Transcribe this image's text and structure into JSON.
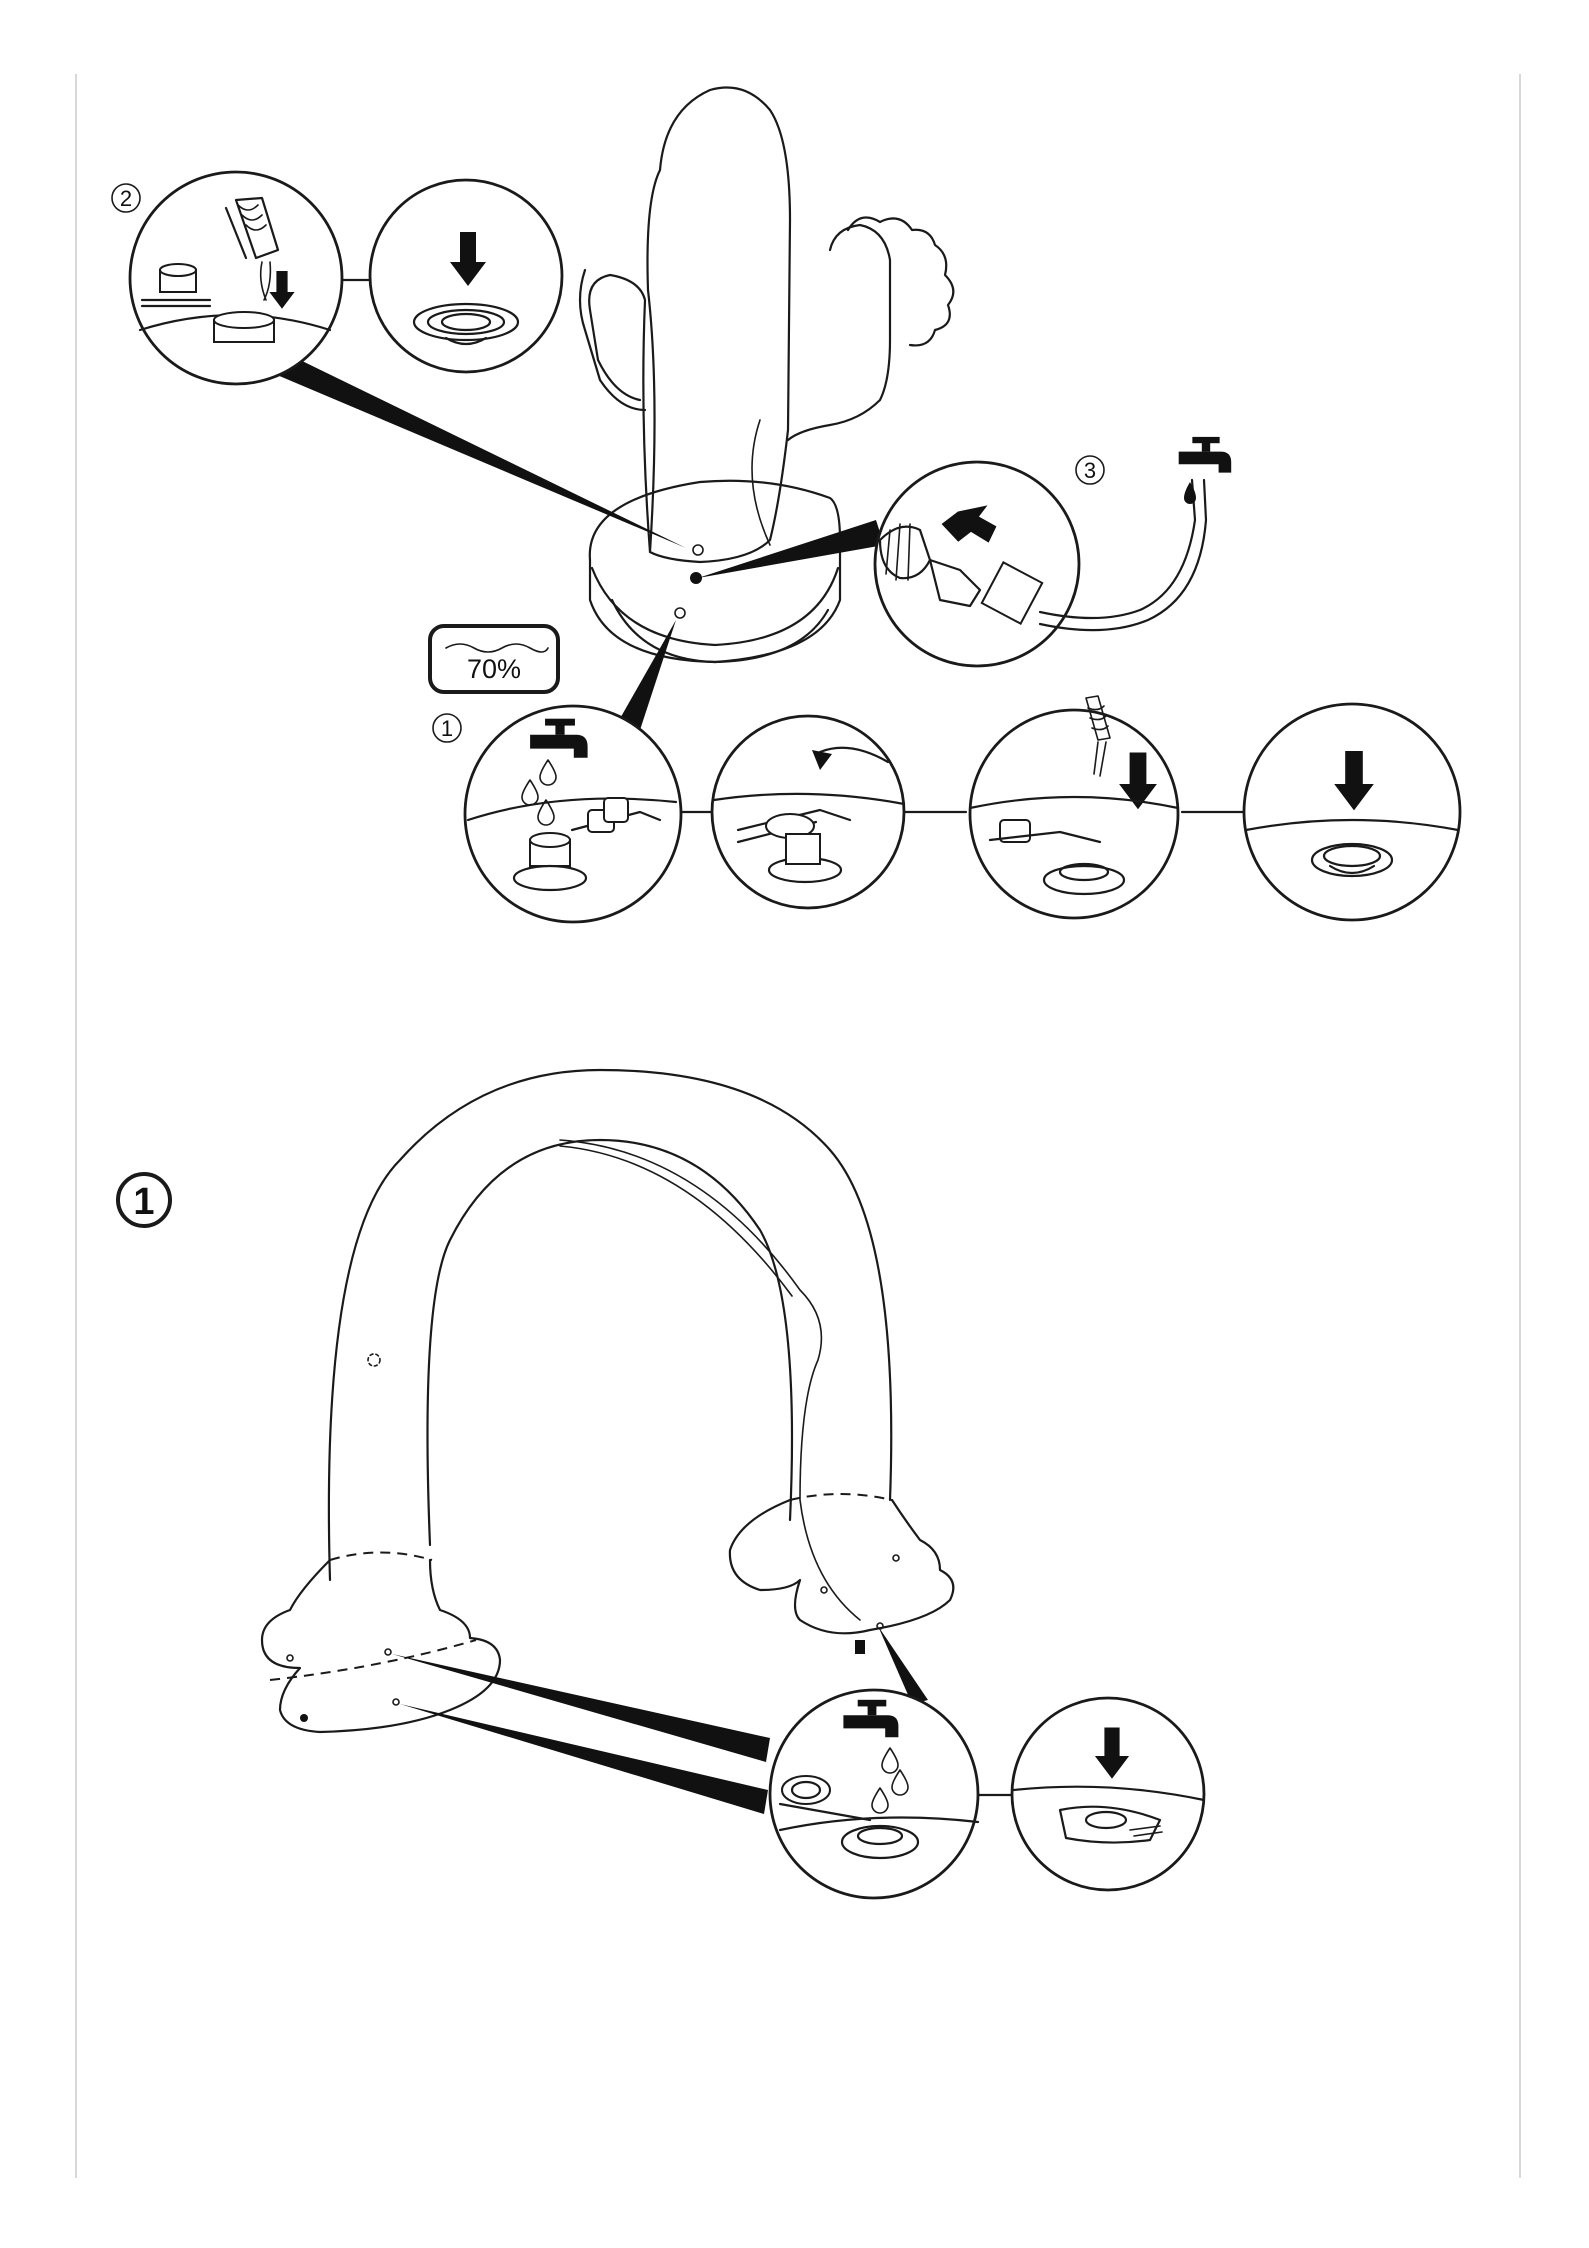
{
  "water_level_label": "70%",
  "steps": {
    "cactus_step_1": "1",
    "cactus_step_2": "2",
    "cactus_step_3": "3",
    "arch_step_1": "1"
  },
  "icons": [
    "water-tap-icon",
    "down-arrow-icon",
    "curved-arrow-icon",
    "hose-icon",
    "water-drop-icon",
    "valve-plug-icon",
    "hose-connector-icon"
  ],
  "colors": {
    "line": "#1a1a1a",
    "fill": "#111111",
    "background": "#ffffff"
  }
}
